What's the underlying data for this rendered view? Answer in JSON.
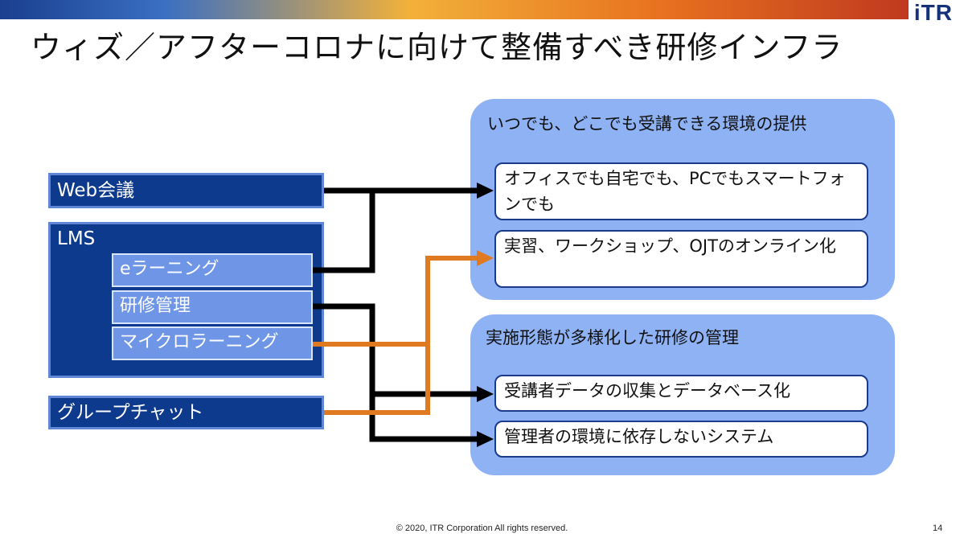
{
  "header": {
    "logo_text": "iTR"
  },
  "slide": {
    "title": "ウィズ／アフターコロナに向けて整備すべき研修インフラ"
  },
  "left": {
    "web_conf": "Web会議",
    "lms": {
      "label": "LMS",
      "items": [
        "eラーニング",
        "研修管理",
        "マイクロラーニング"
      ]
    },
    "group_chat": "グループチャット"
  },
  "right": {
    "panel1": {
      "title": "いつでも、どこでも受講できる環境の提供",
      "items": [
        "オフィスでも自宅でも、PCでもスマートフォンでも",
        "実習、ワークショップ、OJTのオンライン化"
      ]
    },
    "panel2": {
      "title": "実施形態が多様化した研修の管理",
      "items": [
        "受講者データの収集とデータベース化",
        "管理者の環境に依存しないシステム"
      ]
    }
  },
  "colors": {
    "dark_blue": "#0d3a8c",
    "sub_blue": "#6f96e6",
    "panel_blue": "#8fb2f5",
    "arrow_black": "#000000",
    "arrow_orange": "#e07a20"
  },
  "footer": {
    "copyright": "© 2020, ITR Corporation  All rights reserved.",
    "page": "14"
  }
}
